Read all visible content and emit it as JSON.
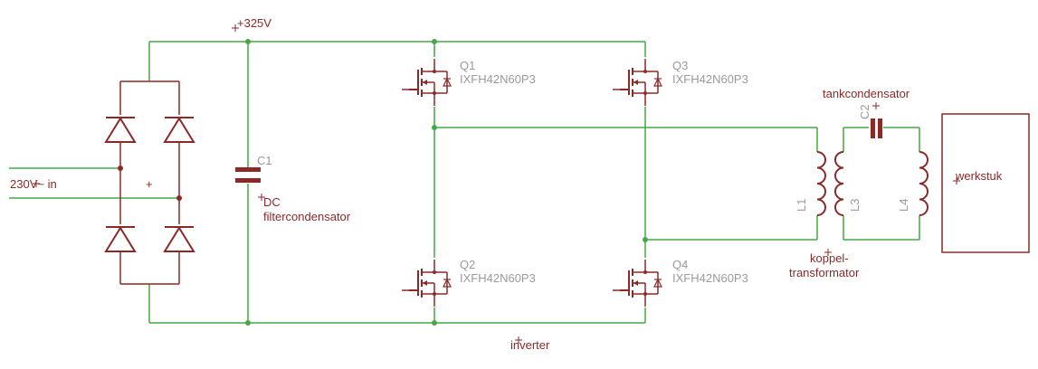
{
  "colors": {
    "wire": "#44a844",
    "part": "#8a2a28",
    "value_text": "#9a9a9a",
    "background": "#ffffff"
  },
  "labels": {
    "supply_rail": "+325V",
    "ac_input": "230V~ in",
    "rectifier_plus": "+",
    "dc_label": "DC",
    "filter_capacitor": "filtercondensator",
    "tank_capacitor": "tankcondensator",
    "coupling_transformer_line1": "koppel-",
    "coupling_transformer_line2": "transformator",
    "workpiece": "werkstuk",
    "inverter": "inverter"
  },
  "components": {
    "c1": {
      "ref": "C1"
    },
    "c2": {
      "ref": "C2"
    },
    "q1": {
      "ref": "Q1",
      "value": "IXFH42N60P3"
    },
    "q2": {
      "ref": "Q2",
      "value": "IXFH42N60P3"
    },
    "q3": {
      "ref": "Q3",
      "value": "IXFH42N60P3"
    },
    "q4": {
      "ref": "Q4",
      "value": "IXFH42N60P3"
    },
    "l1": {
      "ref": "L1"
    },
    "l3": {
      "ref": "L3"
    },
    "l4": {
      "ref": "L4"
    }
  }
}
